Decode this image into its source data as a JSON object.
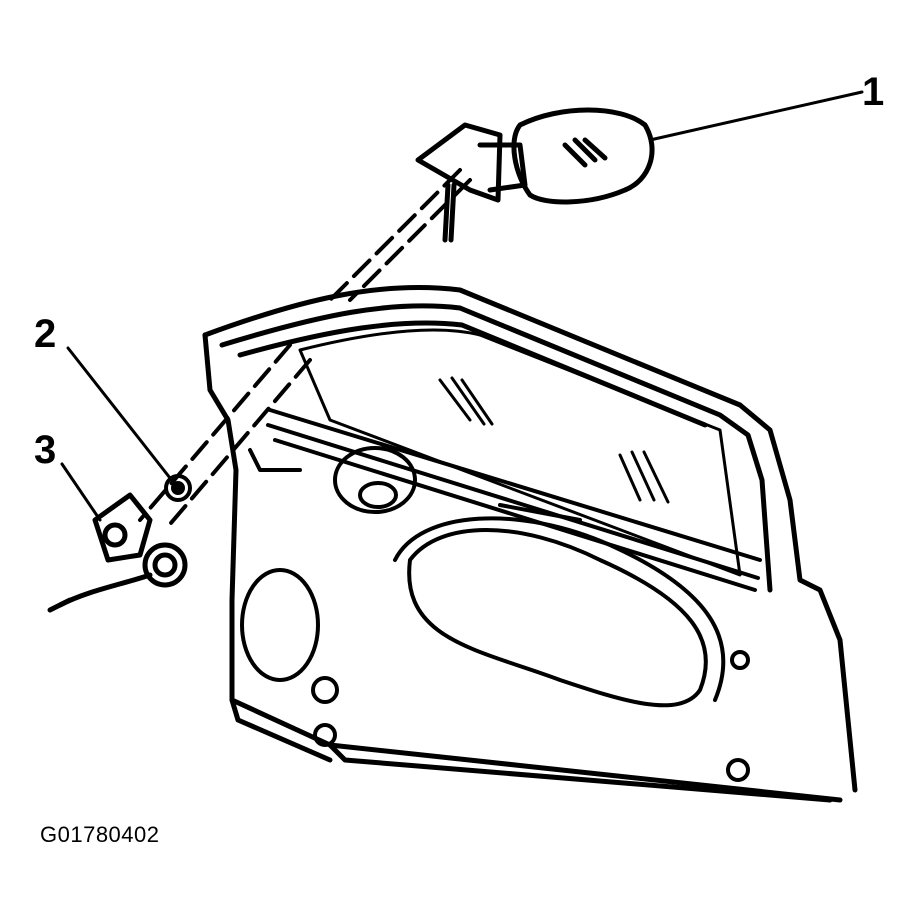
{
  "callouts": [
    {
      "number": "1"
    },
    {
      "number": "2"
    },
    {
      "number": "3"
    }
  ],
  "figure_id": "G01780402"
}
